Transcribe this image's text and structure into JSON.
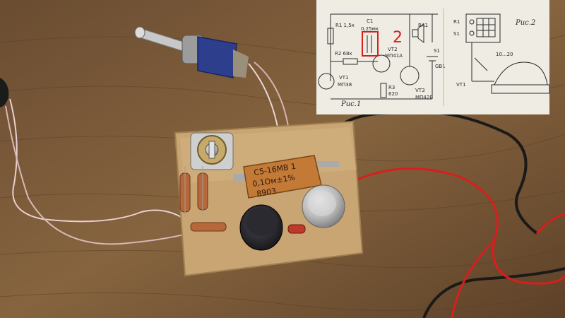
{
  "scheme": {
    "fig1_caption": "Рис.1",
    "fig2_caption": "Рис.2",
    "r1": "R1 1,5к",
    "c1": "C1",
    "c1_value": "0,25мк",
    "r2": "R2 68к",
    "vt2": "VT2",
    "vt2_type": "МП41А",
    "vt1": "VT1",
    "vt1_type": "МП38",
    "r3": "R3",
    "r3_value": "620",
    "vt3": "VT3",
    "vt3_type": "МП42Б",
    "ba1": "ВА1",
    "s1": "S1",
    "gb1": "GB1",
    "red_mark": "2",
    "fig2_r1": "R1",
    "fig2_s1": "S1",
    "fig2_vt1": "VT1",
    "fig2_dist": "10...20"
  },
  "capacitor_label": {
    "line1": "С5-16МВ 1",
    "line2": "0,1Ом±1%",
    "line3": "8903"
  },
  "colors": {
    "table": "#7a5a3c",
    "pcb": "#c9a574",
    "wire_red": "#d81e1e",
    "wire_black": "#1c1a18",
    "paper": "#efece4",
    "toggle_body": "#2d3f8c"
  }
}
